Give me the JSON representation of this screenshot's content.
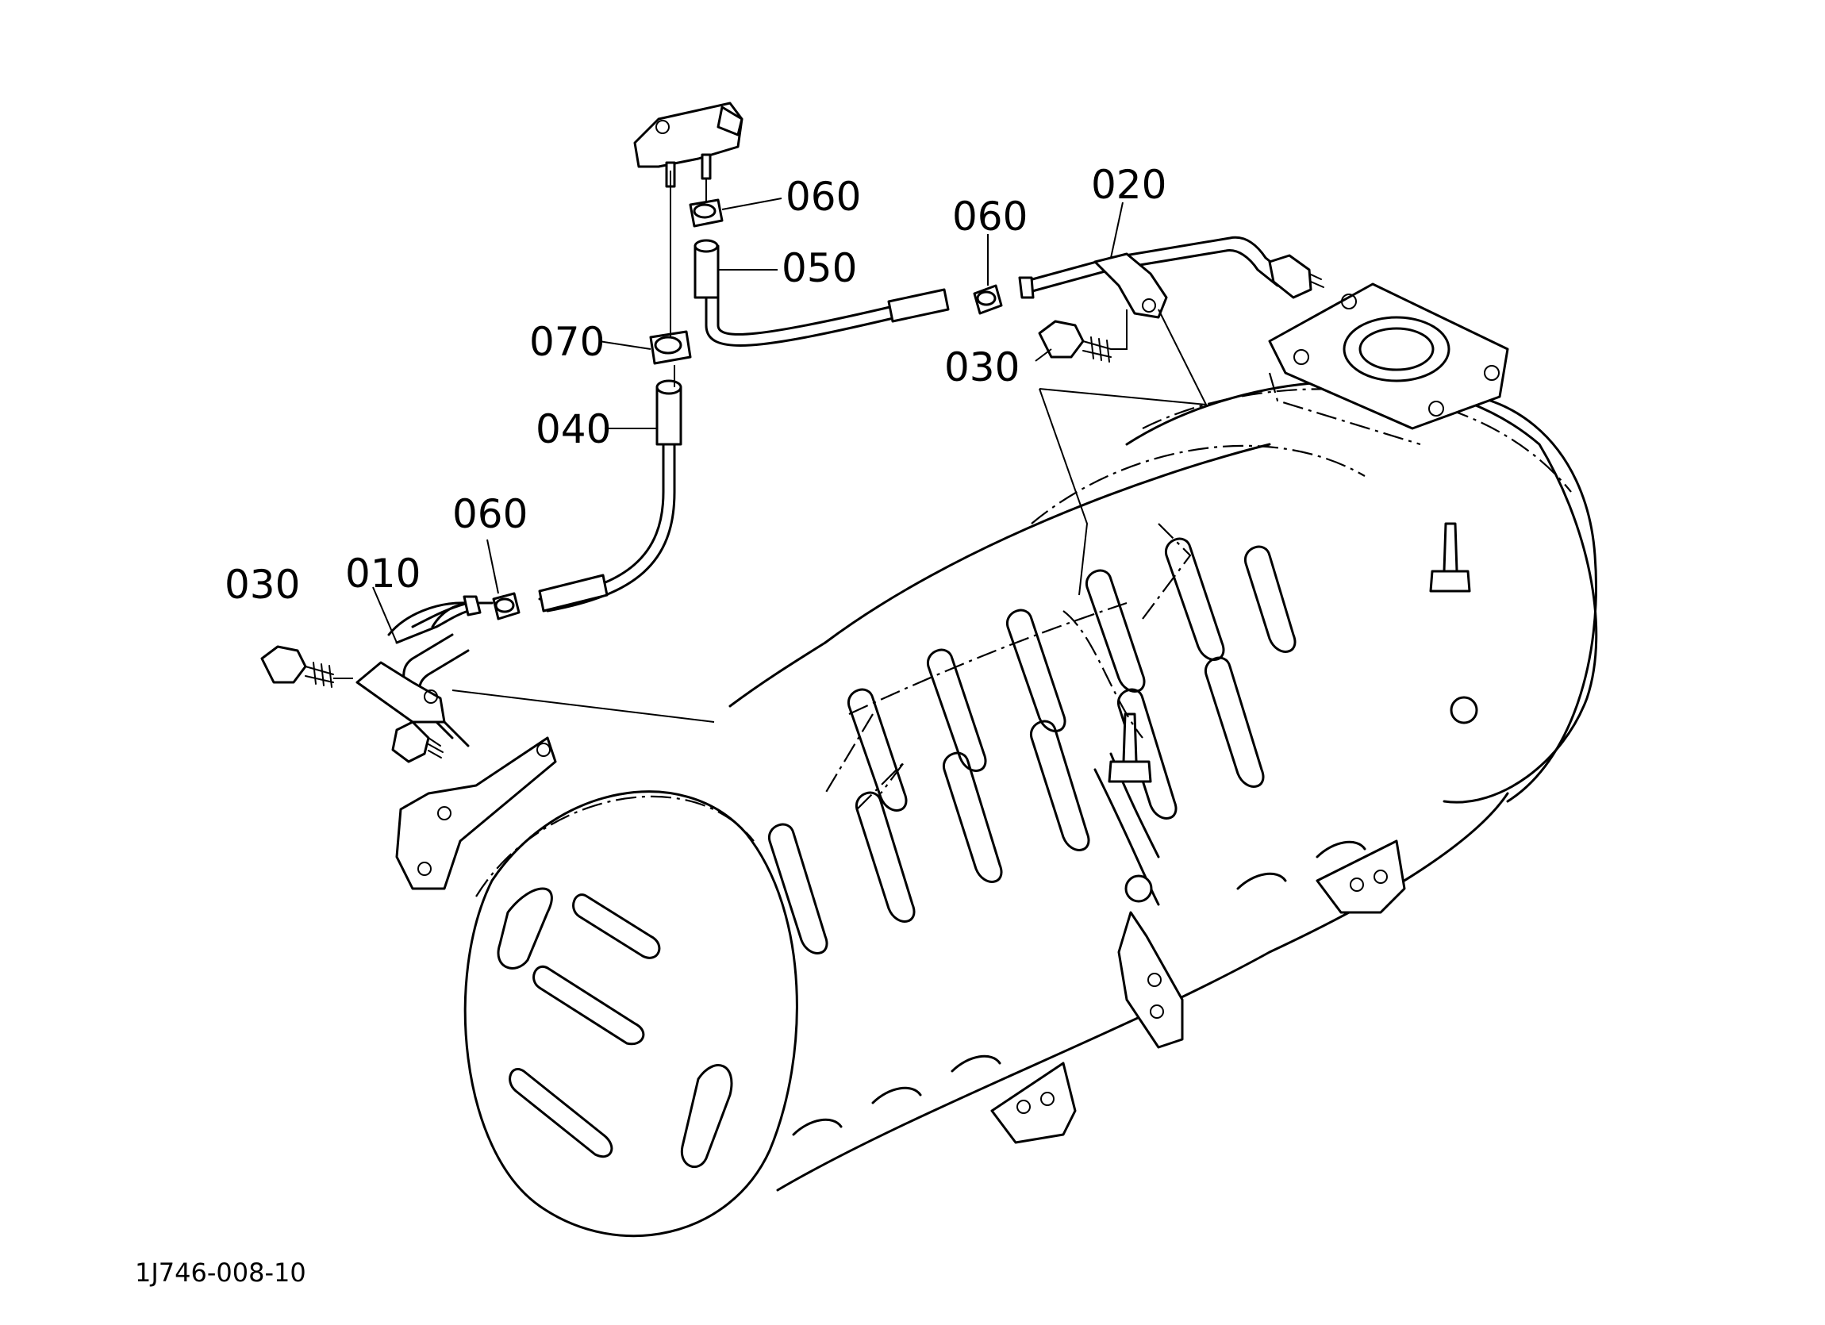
{
  "drawing_code": "1J746-008-10",
  "callouts": {
    "p010": "010",
    "p020": "020",
    "p030a": "030",
    "p030b": "030",
    "p040": "040",
    "p050": "050",
    "p060a": "060",
    "p060b": "060",
    "p060c": "060",
    "p070": "070"
  }
}
